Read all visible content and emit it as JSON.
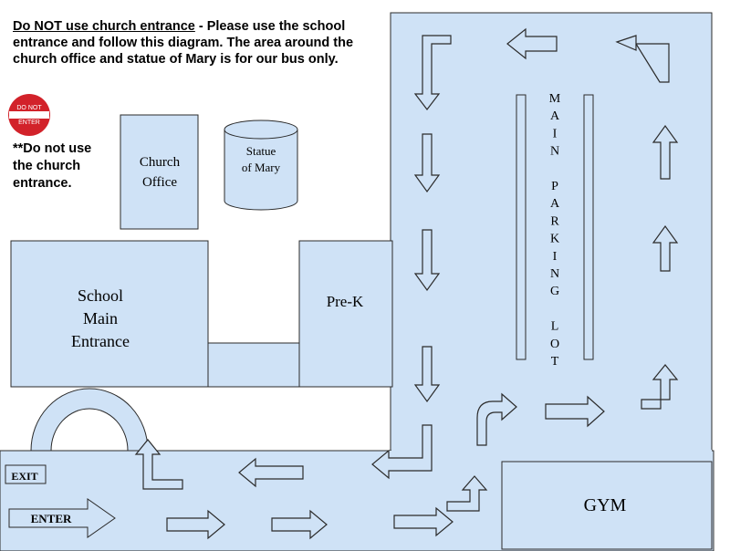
{
  "notice": {
    "emphasis": "Do NOT use church entrance",
    "text": " - Please use the school entrance and follow this diagram. The area around the church office and statue of Mary is for our bus only."
  },
  "sign": {
    "line1": "DO NOT",
    "line2": "ENTER"
  },
  "side_note": "**Do not use the church entrance.",
  "labels": {
    "church_office": [
      "Church",
      "Office"
    ],
    "statue": [
      "Statue",
      "of Mary"
    ],
    "school": [
      "School",
      "Main",
      "Entrance"
    ],
    "prek": "Pre-K",
    "lot": [
      "M",
      "A",
      "I",
      "N",
      "",
      "P",
      "A",
      "R",
      "K",
      "I",
      "N",
      "G",
      "",
      "L",
      "O",
      "T"
    ],
    "gym": "GYM",
    "exit": "EXIT",
    "enter": "ENTER"
  },
  "colors": {
    "fill": "#cfe2f6",
    "stroke": "#2b2b2b",
    "sign_red": "#d2222a"
  }
}
